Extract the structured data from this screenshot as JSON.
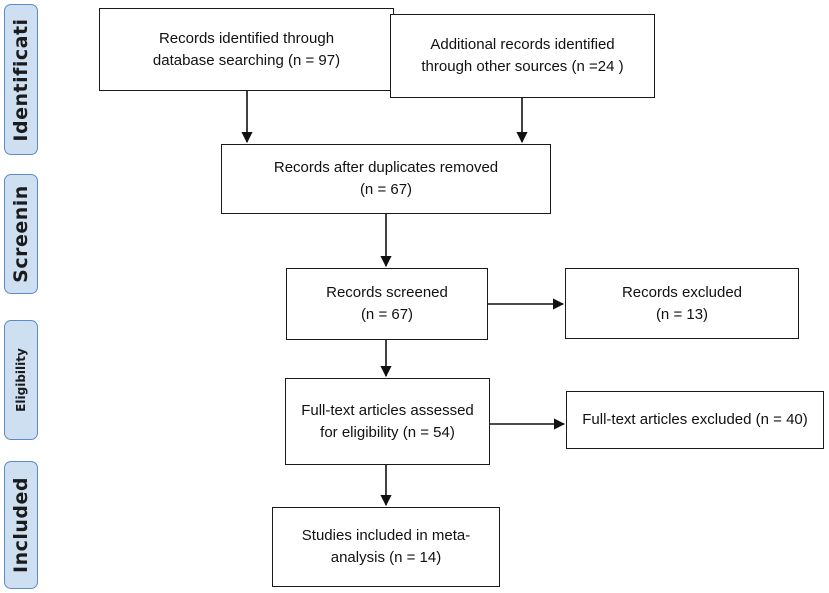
{
  "stages": {
    "identification": "Identificati",
    "screening": "Screenin",
    "eligibility": "Eligibility",
    "included": "Included"
  },
  "boxes": {
    "database_search": [
      "Records identified through",
      "database searching (n = 97)"
    ],
    "other_sources": [
      "Additional records identified",
      "through other sources (n =24 )"
    ],
    "duplicates_removed": [
      "Records after duplicates removed",
      "(n = 67)"
    ],
    "screened": [
      "Records screened",
      "(n = 67)"
    ],
    "excluded": [
      "Records excluded",
      "(n = 13)"
    ],
    "fulltext_assessed": [
      "Full-text articles assessed",
      "for eligibility (n = 54)"
    ],
    "fulltext_excluded": [
      "Full-text articles excluded (n = 40)"
    ],
    "included_studies": [
      "Studies included in meta-",
      "analysis (n = 14)"
    ]
  }
}
